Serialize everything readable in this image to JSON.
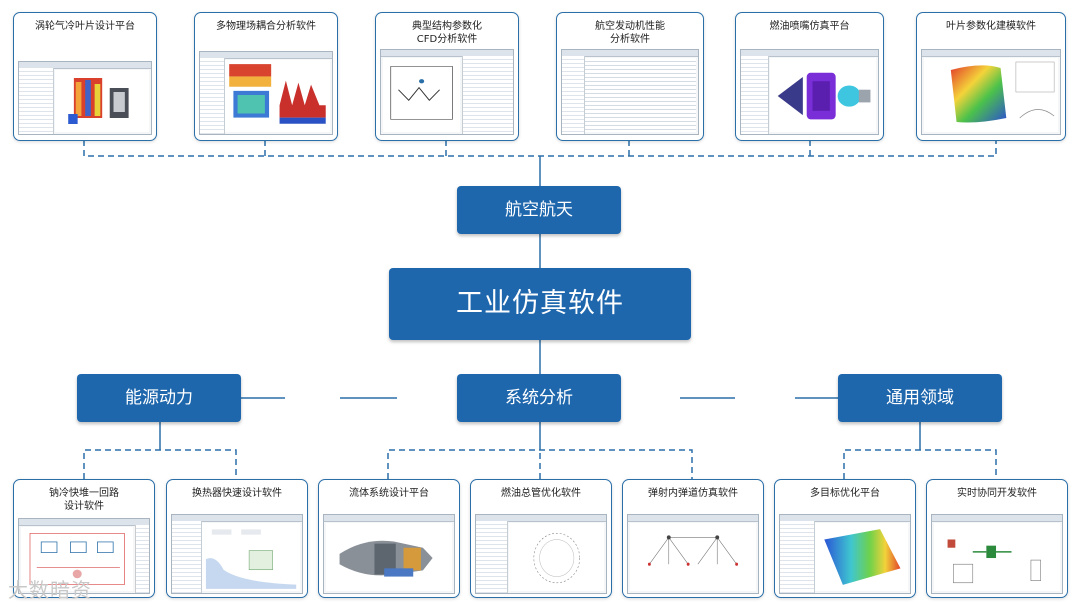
{
  "center": "工业仿真软件",
  "categories": {
    "aerospace": "航空航天",
    "energy": "能源动力",
    "system": "系统分析",
    "general": "通用领域"
  },
  "top_cards": [
    {
      "title": "涡轮气冷叶片设计平台"
    },
    {
      "title": "多物理场耦合分析软件"
    },
    {
      "title": "典型结构参数化\nCFD分析软件"
    },
    {
      "title": "航空发动机性能\n分析软件"
    },
    {
      "title": "燃油喷嘴仿真平台"
    },
    {
      "title": "叶片参数化建模软件"
    }
  ],
  "bottom_cards": [
    {
      "title": "钠冷快堆一回路\n设计软件"
    },
    {
      "title": "换热器快速设计软件"
    },
    {
      "title": "流体系统设计平台"
    },
    {
      "title": "燃油总管优化软件"
    },
    {
      "title": "弹射内弹道仿真软件"
    },
    {
      "title": "多目标优化平台"
    },
    {
      "title": "实时协同开发软件"
    }
  ],
  "watermark": "大数暗资",
  "colors": {
    "node": "#1f67ad",
    "line": "#2a6fa8"
  }
}
